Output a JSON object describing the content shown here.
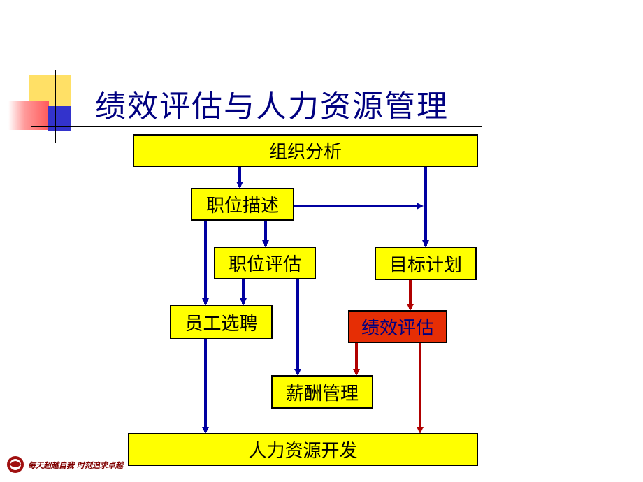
{
  "title": "绩效评估与人力资源管理",
  "colors": {
    "box_fill": "#FFFF00",
    "highlight_fill": "#E62E05",
    "highlight_text": "#000080",
    "blue_arrow": "#0000A0",
    "red_arrow": "#B00000",
    "title_color": "#000080"
  },
  "nodes": {
    "org_analysis": "组织分析",
    "job_description": "职位描述",
    "job_evaluation": "职位评估",
    "goal_planning": "目标计划",
    "recruitment": "员工选聘",
    "performance_evaluation": "绩效评估",
    "compensation": "薪酬管理",
    "hr_development": "人力资源开发"
  },
  "footer": {
    "slogan": "每天超越自我 时刻追求卓越"
  }
}
